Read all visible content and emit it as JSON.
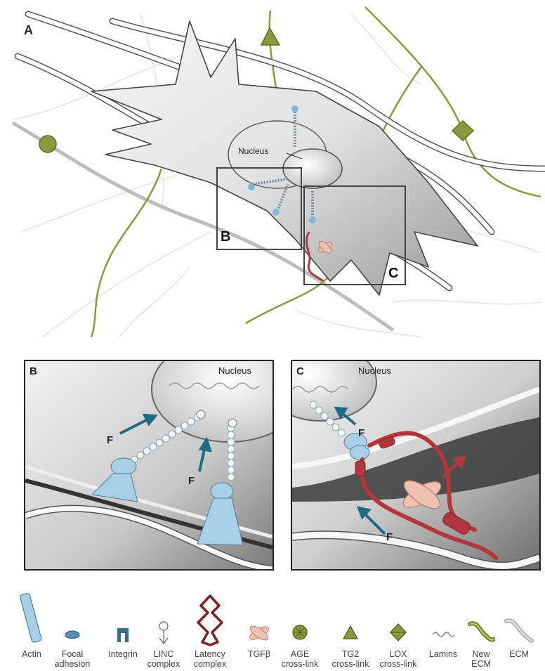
{
  "panel_a": {
    "letter": "A",
    "nucleus_label": "Nucleus",
    "box_b_label": "B",
    "box_c_label": "C"
  },
  "panel_b": {
    "letter": "B",
    "nucleus_label": "Nucleus",
    "force_label_1": "F",
    "force_label_2": "F"
  },
  "panel_c": {
    "letter": "C",
    "nucleus_label": "Nucleus",
    "force_label_1": "F",
    "force_label_2": "F"
  },
  "legend": [
    {
      "icon": "actin-icon",
      "line1": "Actin",
      "line2": ""
    },
    {
      "icon": "focal-adhesion-icon",
      "line1": "Focal",
      "line2": "adhesion"
    },
    {
      "icon": "integrin-icon",
      "line1": "Integrin",
      "line2": ""
    },
    {
      "icon": "linc-complex-icon",
      "line1": "LINC",
      "line2": "complex"
    },
    {
      "icon": "latency-complex-icon",
      "line1": "Latency",
      "line2": "complex"
    },
    {
      "icon": "tgfb-icon",
      "line1": "TGFβ",
      "line2": ""
    },
    {
      "icon": "age-crosslink-icon",
      "line1": "AGE",
      "line2": "cross-link"
    },
    {
      "icon": "tg2-crosslink-icon",
      "line1": "TG2",
      "line2": "cross-link"
    },
    {
      "icon": "lox-crosslink-icon",
      "line1": "LOX",
      "line2": "cross-link"
    },
    {
      "icon": "lamins-icon",
      "line1": "Lamins",
      "line2": ""
    },
    {
      "icon": "new-ecm-icon",
      "line1": "New",
      "line2": "ECM"
    },
    {
      "icon": "ecm-icon",
      "line1": "ECM",
      "line2": ""
    }
  ],
  "colors": {
    "actin": "#a9cfe6",
    "integrin": "#2f6f8f",
    "arrow": "#1f6a86",
    "latency": "#b2373c",
    "tgfb": "#efc1b3",
    "new_ecm": "#8a9a3a",
    "ecm": "#cfcfcf"
  }
}
